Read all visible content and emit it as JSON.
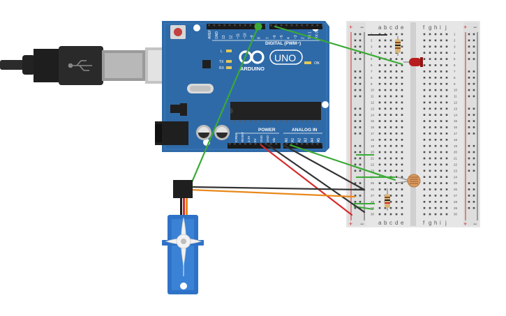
{
  "arduino": {
    "digital_label": "DIGITAL (PWM~)",
    "brand": "ARDUINO",
    "model": "UNO",
    "on_label": "ON",
    "led_labels": [
      "L",
      "TX",
      "RX"
    ],
    "top_header_pins": [
      "AREF",
      "GND",
      "13",
      "12",
      "~11",
      "~10",
      "~9",
      "8",
      "7",
      "~6",
      "~5",
      "4",
      "~3",
      "2",
      "TX 1",
      "RX 0"
    ],
    "power_label": "POWER",
    "analog_label": "ANALOG IN",
    "power_pins": [
      "IOREF",
      "RESET",
      "3.3V",
      "5V",
      "GND",
      "GND",
      "Vin"
    ],
    "analog_pins": [
      "A0",
      "A1",
      "A2",
      "A3",
      "A4",
      "A5"
    ]
  },
  "breadboard": {
    "columns_left": [
      "a",
      "b",
      "c",
      "d",
      "e"
    ],
    "columns_right": [
      "f",
      "g",
      "h",
      "i",
      "j"
    ],
    "rail_plus": "+",
    "rail_minus": "−",
    "row_count": 30
  },
  "colors": {
    "board": "#2f6aa8",
    "board_dark": "#1f4f86",
    "wire_green": "#3aaa35",
    "wire_red": "#d42b2b",
    "wire_black": "#333333",
    "wire_orange": "#e8891d",
    "servo_blue": "#2e72c7",
    "led_red": "#b81d1d"
  }
}
